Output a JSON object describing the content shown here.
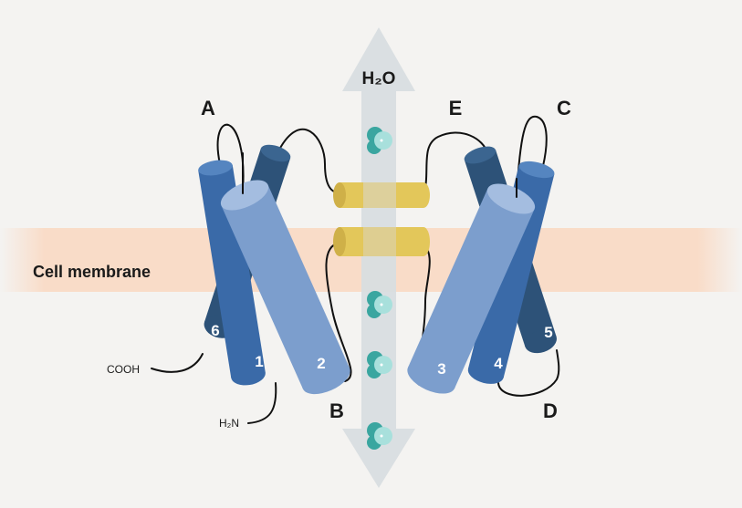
{
  "water_label": "H₂O",
  "membrane_label": "Cell membrane",
  "loops": {
    "a": "A",
    "b": "B",
    "c": "C",
    "d": "D",
    "e": "E"
  },
  "helices": {
    "h1": "1",
    "h2": "2",
    "h3": "3",
    "h4": "4",
    "h5": "5",
    "h6": "6"
  },
  "termini": {
    "c_terminus": "COOH",
    "n_terminus": "H₂N"
  },
  "colors": {
    "background": "#f4f3f1",
    "membrane": "#f9dcc8",
    "arrow": "#d8dde0",
    "helix_dark": "#2d5278",
    "helix_mid": "#3a6aa8",
    "helix_light": "#7c9ecd",
    "half_helix": "#e3c75a",
    "water_dark": "#3aa6a0",
    "water_light": "#a8e0dc"
  }
}
